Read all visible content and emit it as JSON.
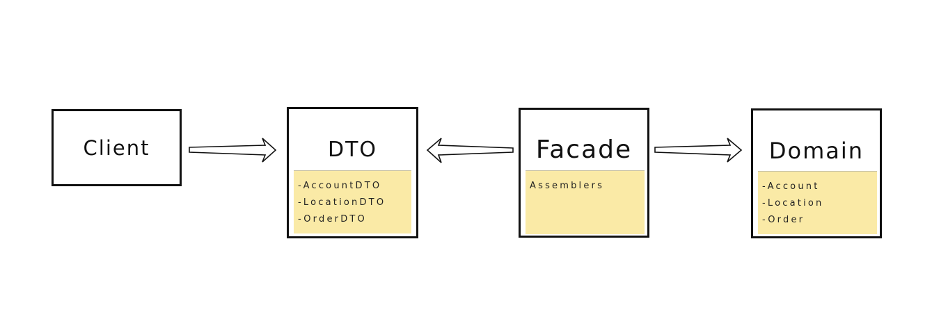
{
  "diagram": {
    "boxes": {
      "client": {
        "title": "Client"
      },
      "dto": {
        "title": "DTO",
        "items": [
          "-AccountDTO",
          "-LocationDTO",
          "-OrderDTO"
        ]
      },
      "facade": {
        "title": "Facade",
        "items": [
          "Assemblers"
        ]
      },
      "domain": {
        "title": "Domain",
        "items": [
          "-Account",
          "-Location",
          "-Order"
        ]
      }
    },
    "colors": {
      "panel_fill": "#faeaa6",
      "border": "#111111"
    },
    "arrows": [
      {
        "from": "client",
        "to": "dto"
      },
      {
        "from": "facade",
        "to": "dto"
      },
      {
        "from": "facade",
        "to": "domain"
      }
    ]
  }
}
